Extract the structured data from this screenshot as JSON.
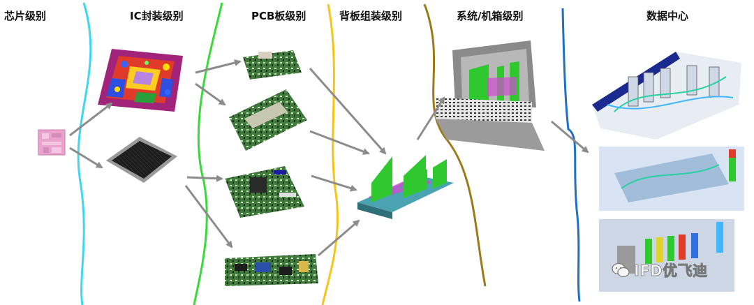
{
  "headers": [
    "芯片级别",
    "IC封装级别",
    "PCB板级别",
    "背板组装级别",
    "系统/机箱级别",
    "数据中心"
  ],
  "watermark": {
    "text": "IFD优飞迪",
    "icon": "wechat-icon"
  },
  "colors": {
    "divider_1": "#3fd6f0",
    "divider_2": "#3ad93a",
    "divider_3": "#f5c518",
    "divider_4": "#9b7a1c",
    "divider_5": "#1f6fc4",
    "arrow": "#8c8c8c",
    "card_green": "#2fc92f",
    "pcb_green": "#3e7a3a"
  }
}
